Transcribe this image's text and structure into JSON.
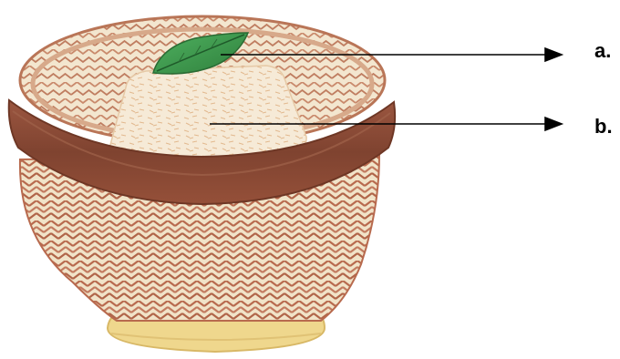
{
  "labels": {
    "a": "a.",
    "b": "b."
  },
  "illustration": {
    "basket": "woven-rice-basket",
    "leaf": "green-leaf",
    "rice": "sticky-rice"
  },
  "colors": {
    "basket_weave": "#b86a4e",
    "basket_base": "#f1e3c8",
    "rim_band": "#8a4a35",
    "rim_top": "#e3c9a1",
    "foot_ring": "#efd78d",
    "rice": "#f6ead7",
    "leaf": "#3a9a4a",
    "pointer": "#000000"
  }
}
